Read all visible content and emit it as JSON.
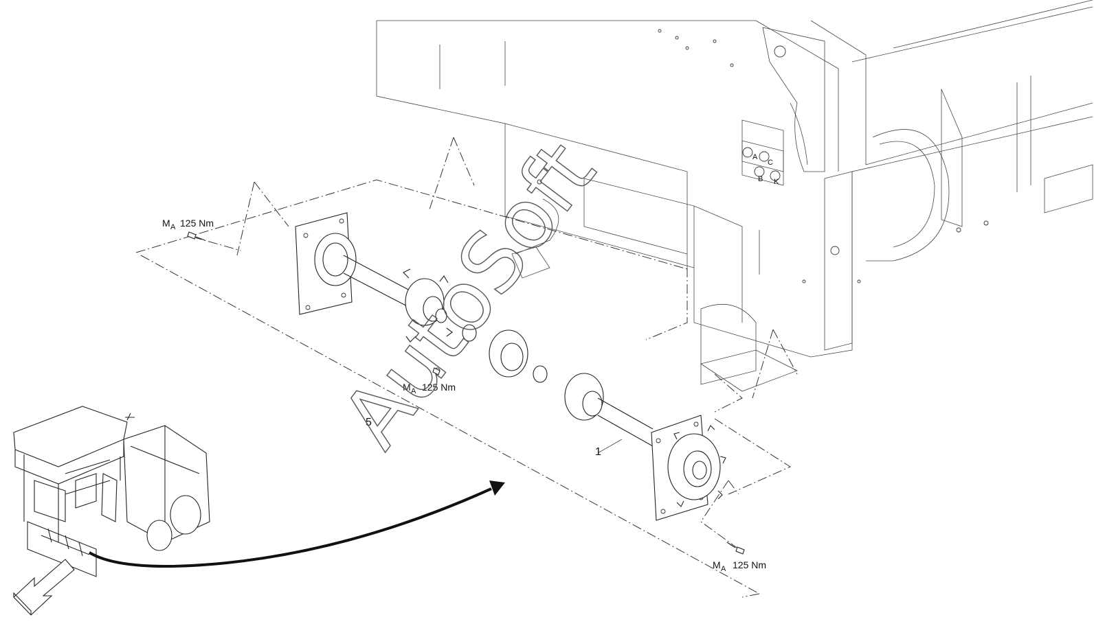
{
  "labels": {
    "torque_top": "M",
    "torque_top_sub": "A",
    "torque_top_value": "125 Nm",
    "torque_mid": "M",
    "torque_mid_sub": "A",
    "torque_mid_value": "125 Nm",
    "torque_bottom": "M",
    "torque_bottom_sub": "A",
    "torque_bottom_value": "125 Nm",
    "part_1": "1",
    "part_5": "5"
  },
  "panel_marks": [
    "A",
    "B",
    "C",
    "K"
  ],
  "watermark": "AutoSoft",
  "colors": {
    "line": "#222222",
    "background": "#ffffff"
  }
}
